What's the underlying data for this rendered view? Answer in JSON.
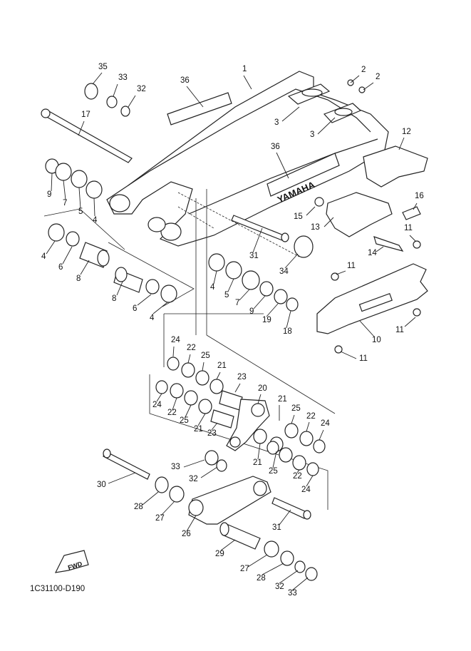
{
  "diagram": {
    "brand_text": "YAMAHA",
    "fwd_text": "FWD",
    "document_code": "1C31100-D190",
    "callouts": [
      {
        "id": "c1",
        "text": "1"
      },
      {
        "id": "c2a",
        "text": "2"
      },
      {
        "id": "c2b",
        "text": "2"
      },
      {
        "id": "c3a",
        "text": "3"
      },
      {
        "id": "c3b",
        "text": "3"
      },
      {
        "id": "c4a",
        "text": "4"
      },
      {
        "id": "c4b",
        "text": "4"
      },
      {
        "id": "c4c",
        "text": "4"
      },
      {
        "id": "c4d",
        "text": "4"
      },
      {
        "id": "c5a",
        "text": "5"
      },
      {
        "id": "c5b",
        "text": "5"
      },
      {
        "id": "c6a",
        "text": "6"
      },
      {
        "id": "c6b",
        "text": "6"
      },
      {
        "id": "c7a",
        "text": "7"
      },
      {
        "id": "c7b",
        "text": "7"
      },
      {
        "id": "c8a",
        "text": "8"
      },
      {
        "id": "c8b",
        "text": "8"
      },
      {
        "id": "c9a",
        "text": "9"
      },
      {
        "id": "c9b",
        "text": "9"
      },
      {
        "id": "c10",
        "text": "10"
      },
      {
        "id": "c11a",
        "text": "11"
      },
      {
        "id": "c11b",
        "text": "11"
      },
      {
        "id": "c11c",
        "text": "11"
      },
      {
        "id": "c11d",
        "text": "11"
      },
      {
        "id": "c12",
        "text": "12"
      },
      {
        "id": "c13",
        "text": "13"
      },
      {
        "id": "c14",
        "text": "14"
      },
      {
        "id": "c15",
        "text": "15"
      },
      {
        "id": "c16",
        "text": "16"
      },
      {
        "id": "c17",
        "text": "17"
      },
      {
        "id": "c18",
        "text": "18"
      },
      {
        "id": "c19",
        "text": "19"
      },
      {
        "id": "c20",
        "text": "20"
      },
      {
        "id": "c21a",
        "text": "21"
      },
      {
        "id": "c21b",
        "text": "21"
      },
      {
        "id": "c21c",
        "text": "21"
      },
      {
        "id": "c21d",
        "text": "21"
      },
      {
        "id": "c22a",
        "text": "22"
      },
      {
        "id": "c22b",
        "text": "22"
      },
      {
        "id": "c22c",
        "text": "22"
      },
      {
        "id": "c22d",
        "text": "22"
      },
      {
        "id": "c23a",
        "text": "23"
      },
      {
        "id": "c23b",
        "text": "23"
      },
      {
        "id": "c24a",
        "text": "24"
      },
      {
        "id": "c24b",
        "text": "24"
      },
      {
        "id": "c24c",
        "text": "24"
      },
      {
        "id": "c24d",
        "text": "24"
      },
      {
        "id": "c25a",
        "text": "25"
      },
      {
        "id": "c25b",
        "text": "25"
      },
      {
        "id": "c25c",
        "text": "25"
      },
      {
        "id": "c25d",
        "text": "25"
      },
      {
        "id": "c26",
        "text": "26"
      },
      {
        "id": "c27a",
        "text": "27"
      },
      {
        "id": "c27b",
        "text": "27"
      },
      {
        "id": "c28a",
        "text": "28"
      },
      {
        "id": "c28b",
        "text": "28"
      },
      {
        "id": "c29",
        "text": "29"
      },
      {
        "id": "c30",
        "text": "30"
      },
      {
        "id": "c31a",
        "text": "31"
      },
      {
        "id": "c31b",
        "text": "31"
      },
      {
        "id": "c32a",
        "text": "32"
      },
      {
        "id": "c32b",
        "text": "32"
      },
      {
        "id": "c32c",
        "text": "32"
      },
      {
        "id": "c33a",
        "text": "33"
      },
      {
        "id": "c33b",
        "text": "33"
      },
      {
        "id": "c33c",
        "text": "33"
      },
      {
        "id": "c34",
        "text": "34"
      },
      {
        "id": "c35",
        "text": "35"
      },
      {
        "id": "c36a",
        "text": "36"
      },
      {
        "id": "c36b",
        "text": "36"
      }
    ]
  }
}
